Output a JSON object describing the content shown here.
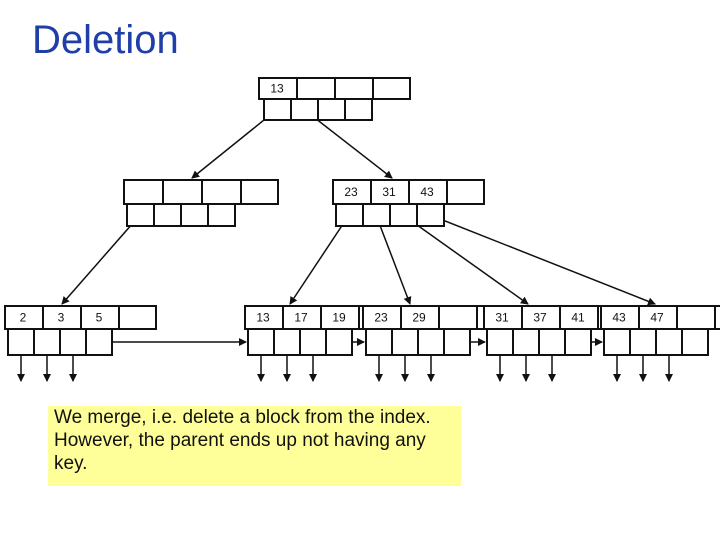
{
  "title": "Deletion",
  "note": "We merge, i.e. delete a block from the index. However, the parent ends up not having any key.",
  "nodes": [
    {
      "id": "root",
      "level": "root",
      "keys": [
        "13",
        "",
        ""
      ]
    },
    {
      "id": "inner-left",
      "level": "internal",
      "keys": [
        "",
        "",
        ""
      ]
    },
    {
      "id": "inner-right",
      "level": "internal",
      "keys": [
        "23",
        "31",
        "43"
      ]
    },
    {
      "id": "leaf-1",
      "level": "leaf",
      "keys": [
        "2",
        "3",
        "5"
      ]
    },
    {
      "id": "leaf-2",
      "level": "leaf",
      "keys": [
        "13",
        "17",
        "19"
      ]
    },
    {
      "id": "leaf-3",
      "level": "leaf",
      "keys": [
        "23",
        "29",
        ""
      ]
    },
    {
      "id": "leaf-4",
      "level": "leaf",
      "keys": [
        "31",
        "37",
        "41"
      ]
    },
    {
      "id": "leaf-5",
      "level": "leaf",
      "keys": [
        "43",
        "47",
        ""
      ]
    }
  ]
}
